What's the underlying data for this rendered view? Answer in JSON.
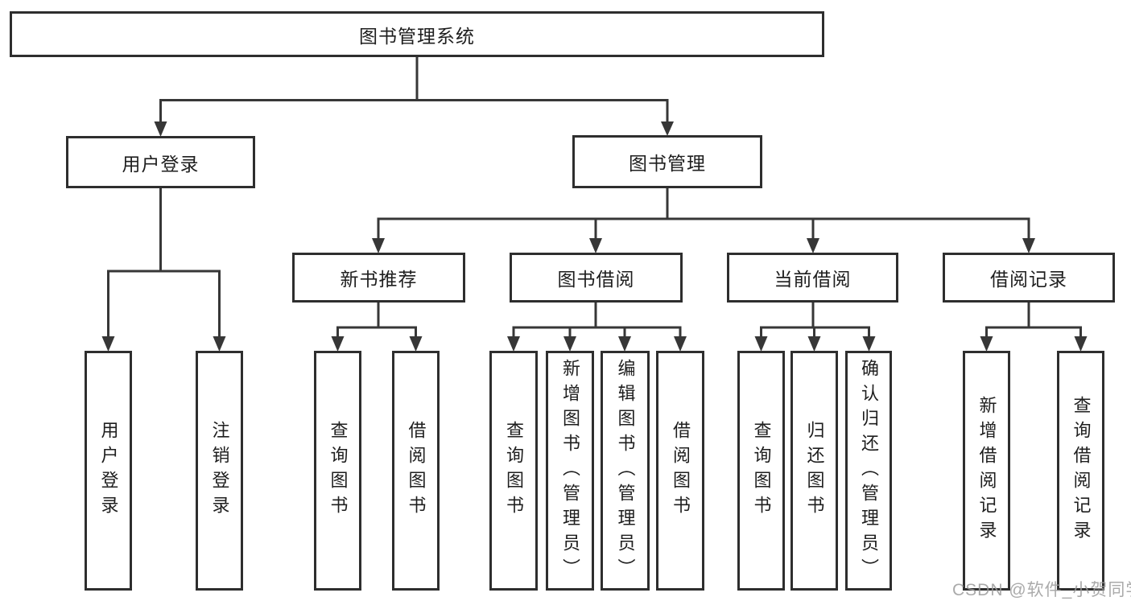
{
  "diagram": {
    "root_label": "图书管理系统",
    "level2": {
      "user": "用户登录",
      "book": "图书管理"
    },
    "level3": {
      "recommend": "新书推荐",
      "borrow": "图书借阅",
      "current": "当前借阅",
      "records": "借阅记录"
    },
    "leaves": {
      "user": [
        "用户登录",
        "注销登录"
      ],
      "recommend": [
        "查询图书",
        "借阅图书"
      ],
      "borrow": [
        "查询图书",
        "新增图书（管理员）",
        "编辑图书（管理员）",
        "借阅图书"
      ],
      "current": [
        "查询图书",
        "归还图书",
        "确认归还（管理员）"
      ],
      "records": [
        "新增借阅记录",
        "查询借阅记录"
      ]
    }
  },
  "watermark": {
    "text": "CSDN @软件_小贺同学"
  },
  "colors": {
    "line": "#373737",
    "box_border": "#2e2e2e",
    "text": "#1e1e1e",
    "watermark": "#9b9b9b",
    "background": "#ffffff"
  }
}
